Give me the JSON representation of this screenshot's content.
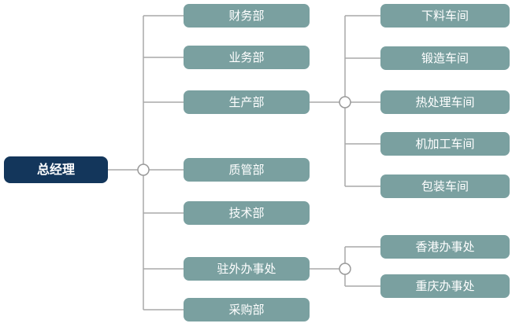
{
  "diagram": {
    "type": "org-chart",
    "root": {
      "label": "总经理"
    },
    "departments": [
      {
        "label": "财务部"
      },
      {
        "label": "业务部"
      },
      {
        "label": "生产部"
      },
      {
        "label": "质管部"
      },
      {
        "label": "技术部"
      },
      {
        "label": "驻外办事处"
      },
      {
        "label": "采购部"
      }
    ],
    "production_workshops": [
      {
        "label": "下料车间"
      },
      {
        "label": "锻造车间"
      },
      {
        "label": "热处理车间"
      },
      {
        "label": "机加工车间"
      },
      {
        "label": "包装车间"
      }
    ],
    "branch_offices": [
      {
        "label": "香港办事处"
      },
      {
        "label": "重庆办事处"
      }
    ],
    "colors": {
      "root_fill": "#13365b",
      "node_fill": "#7aa0a0",
      "connector_line": "#a9a9a9",
      "junction_stroke": "#999999",
      "junction_fill": "#ffffff",
      "text": "#ffffff",
      "background": "#ffffff"
    }
  }
}
